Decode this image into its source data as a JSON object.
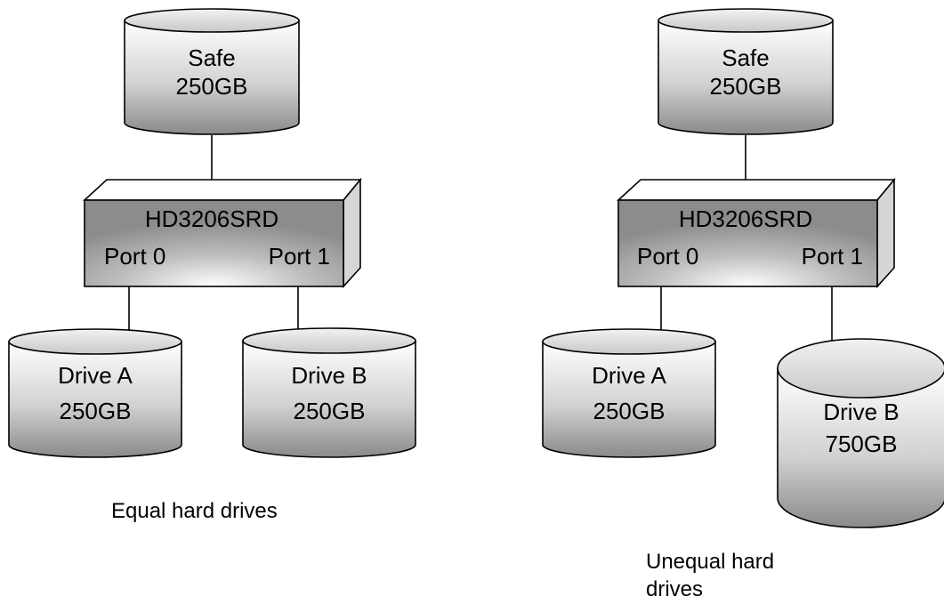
{
  "left": {
    "safe": {
      "name": "Safe",
      "size": "250GB"
    },
    "controller": {
      "name": "HD3206SRD",
      "port0": "Port 0",
      "port1": "Port 1"
    },
    "drive_a": {
      "name": "Drive A",
      "size": "250GB"
    },
    "drive_b": {
      "name": "Drive B",
      "size": "250GB"
    },
    "caption": "Equal hard drives"
  },
  "right": {
    "safe": {
      "name": "Safe",
      "size": "250GB"
    },
    "controller": {
      "name": "HD3206SRD",
      "port0": "Port 0",
      "port1": "Port 1"
    },
    "drive_a": {
      "name": "Drive A",
      "size": "250GB"
    },
    "drive_b": {
      "name": "Drive B",
      "size": "750GB"
    },
    "caption_line1": "Unequal hard",
    "caption_line2": "drives"
  },
  "colors": {
    "stroke": "#000000",
    "fill_light": "#ffffff",
    "fill_dark": "#8c8c8c"
  }
}
